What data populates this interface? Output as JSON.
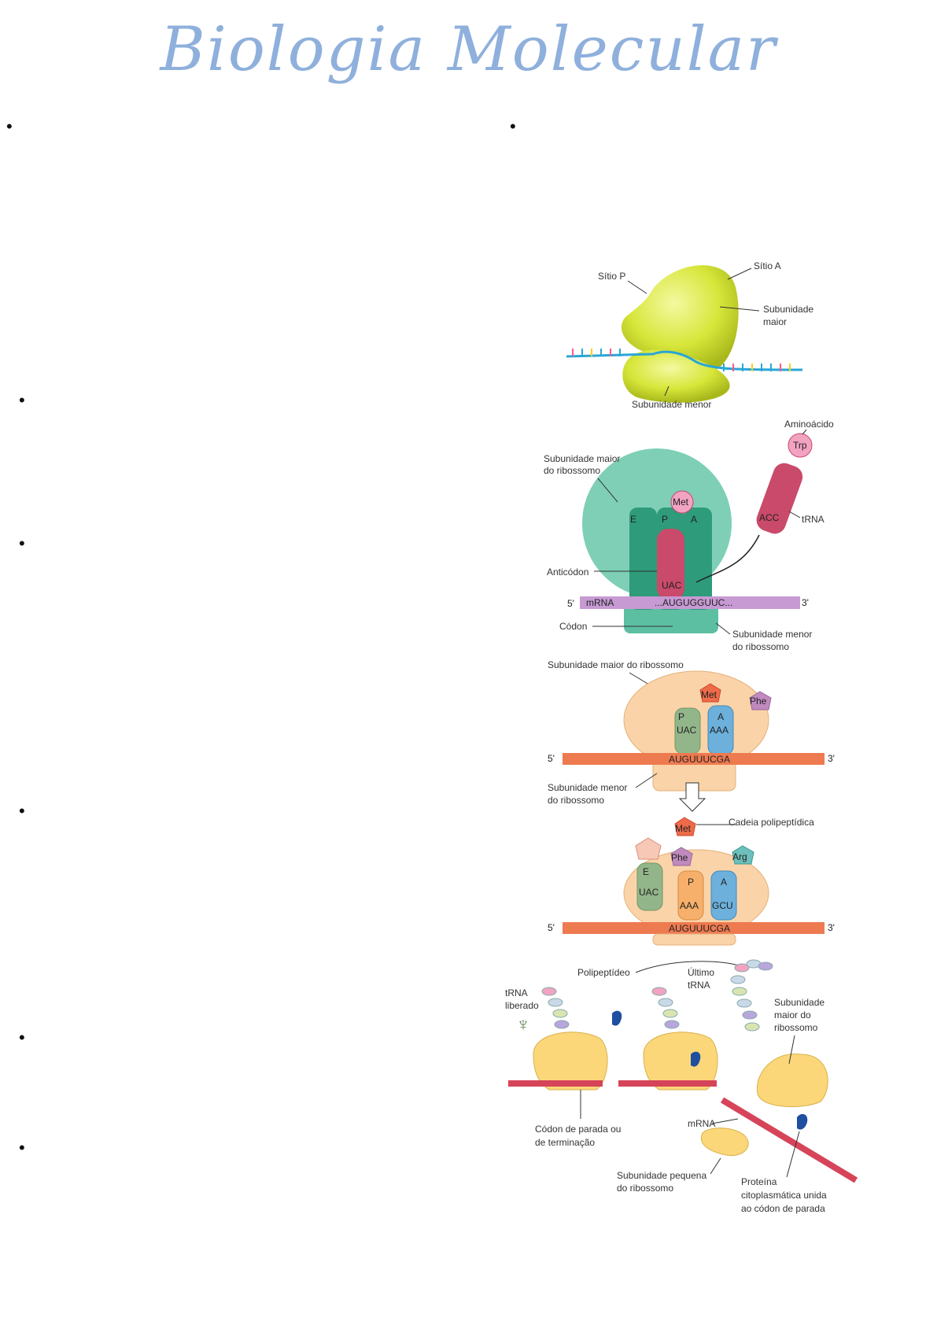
{
  "title": "Biologia Molecular",
  "bullets": [
    "•",
    "•",
    "•",
    "•",
    "•",
    "•",
    "•"
  ],
  "fig1": {
    "site_p": "Sítio P",
    "site_a": "Sítio A",
    "large_subunit": [
      "Subunidade",
      "maior"
    ],
    "small_subunit": "Subunidade menor"
  },
  "fig2": {
    "amino_acid": "Aminoácido",
    "trp": "Trp",
    "large_subunit": [
      "Subunidade maior",
      "do ribossomo"
    ],
    "met": "Met",
    "site_e": "E",
    "site_p": "P",
    "site_a": "A",
    "acc": "ACC",
    "trna": "tRNA",
    "anticodon": "Anticódon",
    "uac": "UAC",
    "five_prime": "5'",
    "mrna": "mRNA",
    "sequence": "...AUGUGGUUC...",
    "three_prime": "3'",
    "codon": "Códon",
    "small_subunit": [
      "Subunidade menor",
      "do ribossomo"
    ]
  },
  "fig3": {
    "large_subunit": "Subunidade maior do ribossomo",
    "met": "Met",
    "phe": "Phe",
    "p": "P",
    "uac": "UAC",
    "a": "A",
    "aaa": "AAA",
    "five_prime": "5'",
    "sequence": "AUGUUUCGA",
    "three_prime": "3'",
    "small_subunit": [
      "Subunidade menor",
      "do ribossomo"
    ]
  },
  "fig4": {
    "chain": "Cadeia polipeptídica",
    "met": "Met",
    "phe": "Phe",
    "arg": "Arg",
    "e": "E",
    "uac": "UAC",
    "p": "P",
    "aaa": "AAA",
    "a": "A",
    "gcu": "GCU",
    "five_prime": "5'",
    "sequence": "AUGUUUCGA",
    "three_prime": "3'"
  },
  "fig5": {
    "polypeptide": "Polipeptídeo",
    "last_trna": [
      "Último",
      "tRNA"
    ],
    "trna_released": [
      "tRNA",
      "liberado"
    ],
    "large_subunit": [
      "Subunidade",
      "maior do",
      "ribossomo"
    ],
    "stop_codon": [
      "Códon de parada ou",
      "de terminação"
    ],
    "mrna": "mRNA",
    "small_subunit": [
      "Subunidade pequena",
      "do ribossomo"
    ],
    "protein": [
      "Proteína",
      "citoplasmática unida",
      "ao códon de parada"
    ]
  }
}
